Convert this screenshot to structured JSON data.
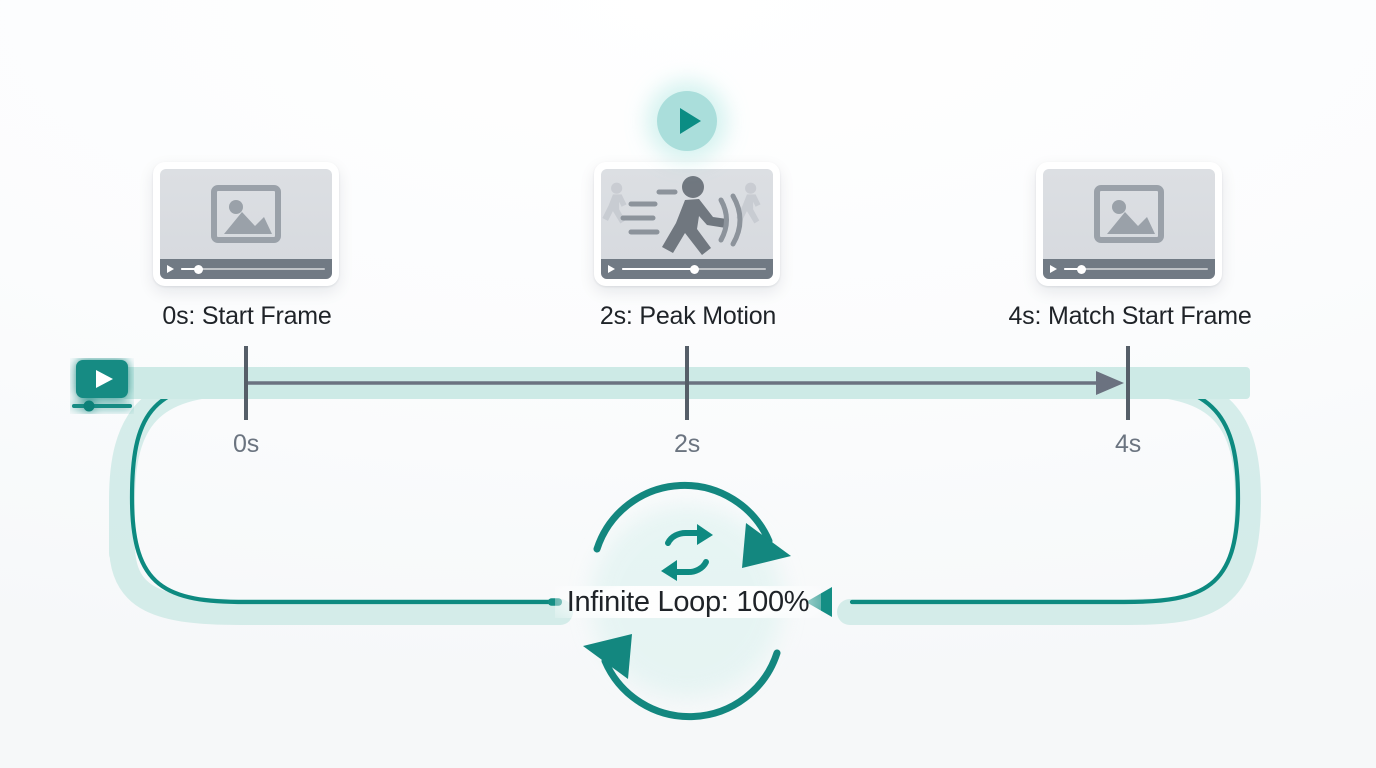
{
  "diagram": {
    "title_text": "Infinite Loop: 100%",
    "colors": {
      "accent_teal": "#0d8a80",
      "accent_teal_pale": "#bfe4df",
      "band_teal": "#cdeae6",
      "timeline_gray": "#6b7280",
      "text_dark": "#1f2328",
      "text_muted": "#6b7480",
      "thumb_gray": "#d8dbe0",
      "badge_teal": "#aadedb",
      "background": "#f7f9fa"
    }
  },
  "source_icon": {
    "name": "video-player-icon",
    "label": "video-player"
  },
  "play_badge": {
    "name": "play-badge-icon",
    "label": "play"
  },
  "frames": [
    {
      "id": "frame-start",
      "label": "0s: Start Frame",
      "time": "0s",
      "art": "image-placeholder",
      "playhead_percent": 12
    },
    {
      "id": "frame-peak",
      "label": "2s: Peak Motion",
      "time": "2s",
      "art": "running-figure",
      "playhead_percent": 50
    },
    {
      "id": "frame-end",
      "label": "4s: Match Start Frame",
      "time": "4s",
      "art": "image-placeholder",
      "playhead_percent": 12
    }
  ],
  "timeline": {
    "ticks": [
      {
        "label": "0s",
        "value": 0
      },
      {
        "label": "2s",
        "value": 2
      },
      {
        "label": "4s",
        "value": 4
      }
    ],
    "start_label": "0s",
    "end_label": "4s",
    "duration_seconds": 4
  },
  "loop": {
    "label": "Infinite Loop: 100%",
    "percent": "100%",
    "name": "Infinite Loop",
    "icon": "repeat-icon"
  }
}
